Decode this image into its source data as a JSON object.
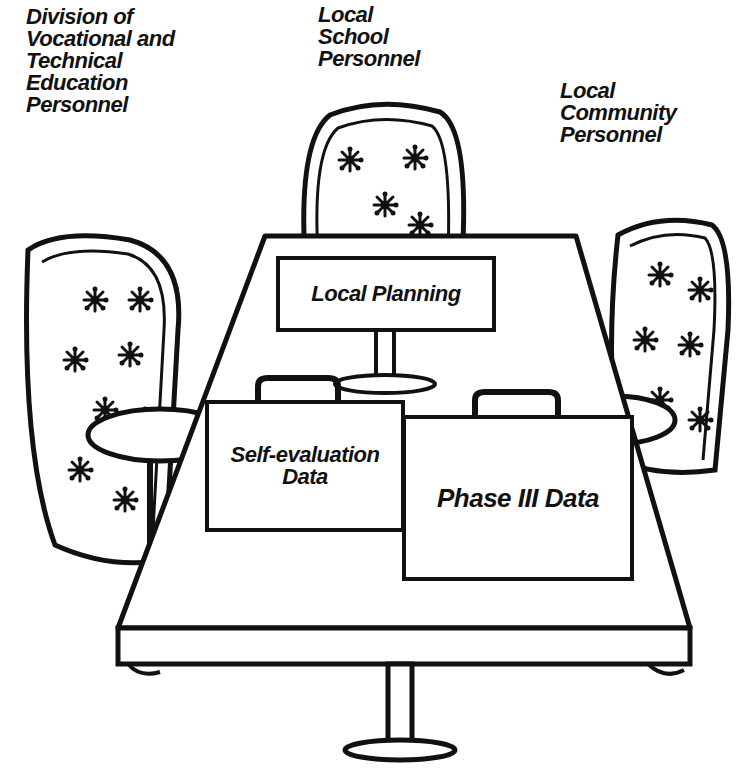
{
  "diagram": {
    "nodes": [
      {
        "text": [
          "Local Planning"
        ]
      },
      {
        "text": [
          "Self-evaluation Data"
        ]
      },
      {
        "text": [
          "Phase III Data"
        ]
      }
    ],
    "labels": [
      "Division of Vocational and Technical Education Personnel",
      "Local School Personnel",
      "Local Community Personnel"
    ]
  }
}
